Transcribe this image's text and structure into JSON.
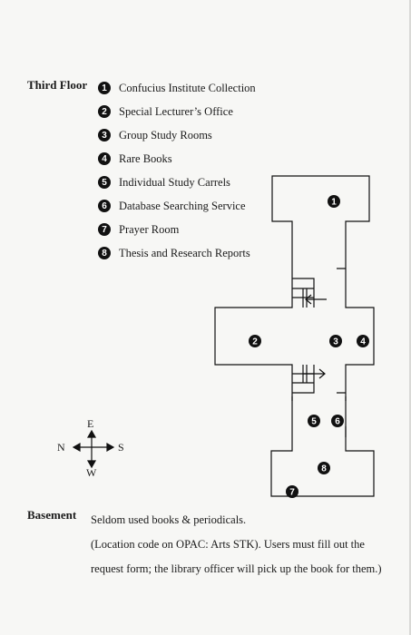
{
  "third_floor": {
    "title": "Third Floor",
    "legend": [
      {
        "num": "1",
        "label": "Confucius Institute Collection"
      },
      {
        "num": "2",
        "label": "Special Lecturer’s Office"
      },
      {
        "num": "3",
        "label": "Group Study Rooms"
      },
      {
        "num": "4",
        "label": "Rare Books"
      },
      {
        "num": "5",
        "label": "Individual Study Carrels"
      },
      {
        "num": "6",
        "label": "Database Searching Service"
      },
      {
        "num": "7",
        "label": "Prayer Room"
      },
      {
        "num": "8",
        "label": "Thesis and Research Reports"
      }
    ]
  },
  "compass": {
    "north": "N",
    "south": "S",
    "east": "E",
    "west": "W"
  },
  "basement": {
    "title": "Basement",
    "line1": "Seldom used books & periodicals.",
    "line2": "(Location code on OPAC: Arts STK).   Users must fill out the",
    "line3": "request form; the library officer will pick up the book for them.)"
  },
  "colors": {
    "background": "#f7f7f5",
    "ink": "#111111"
  }
}
